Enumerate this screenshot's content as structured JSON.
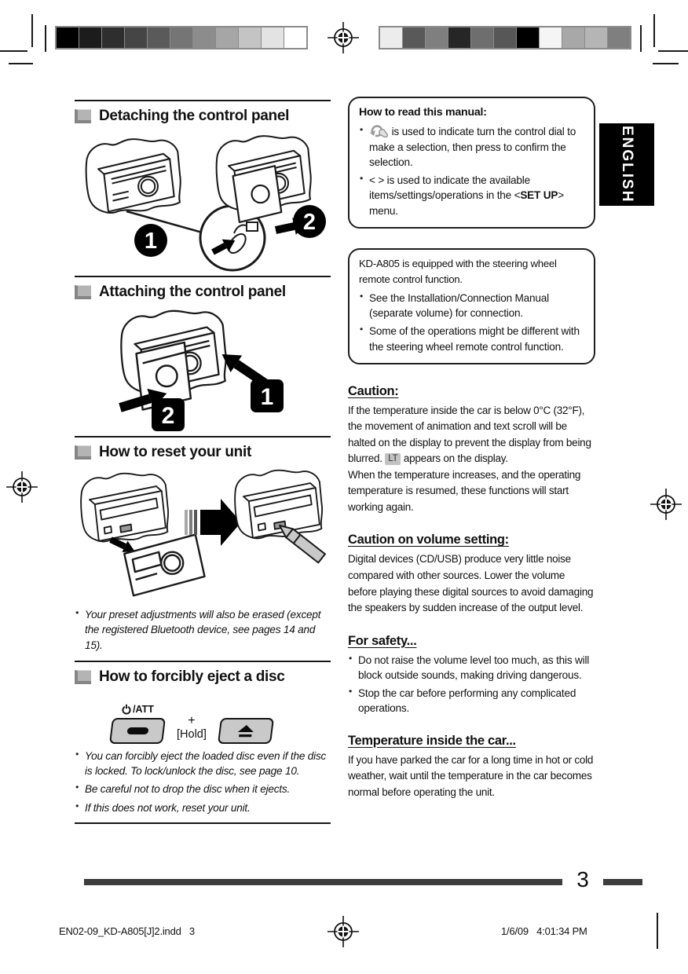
{
  "page": {
    "number": "3",
    "language_tab": "ENGLISH",
    "footer": {
      "left": "EN02-09_KD-A805[J]2.indd   3",
      "right": "1/6/09   4:01:34 PM"
    }
  },
  "icons": {
    "control_dial": "control-dial-icon",
    "power_att": "power-icon",
    "eject": "eject-icon",
    "registration_mark": "registration-crosshair-icon",
    "section_marker": "section-square-icon"
  },
  "calibration": {
    "left_strip": [
      "#000000",
      "#1c1c1c",
      "#2e2e2e",
      "#454545",
      "#5a5a5a",
      "#757575",
      "#8c8c8c",
      "#a6a6a6",
      "#c4c4c4",
      "#e3e3e3",
      "#ffffff"
    ],
    "right_strip": [
      "#ececec",
      "#595959",
      "#7f7f7f",
      "#262626",
      "#6e6e6e",
      "#575757",
      "#000000",
      "#f5f5f5",
      "#a8a8a8",
      "#b5b5b5",
      "#7f7f7f"
    ]
  },
  "sections": {
    "detach": {
      "title": "Detaching the control panel",
      "step1": "1",
      "step2": "2"
    },
    "attach": {
      "title": "Attaching the control panel",
      "step1": "1",
      "step2": "2"
    },
    "reset": {
      "title": "How to reset your unit",
      "note": "Your preset adjustments will also be erased (except the registered Bluetooth device, see pages 14 and 15)."
    },
    "eject": {
      "title": "How to forcibly eject a disc",
      "att_label": "/ATT",
      "plus": "+",
      "hold": "[Hold]",
      "notes": [
        "You can forcibly eject the loaded disc even if the disc is locked. To lock/unlock the disc, see page 10.",
        "Be careful not to drop the disc when it ejects.",
        "If this does not work, reset your unit."
      ]
    }
  },
  "read_manual": {
    "title": "How to read this manual:",
    "bullet1_after_icon": "is used to indicate turn the control dial to make a selection, then press to confirm the selection.",
    "bullet2_pre": "< > is used to indicate the available items/settings/operations in the <",
    "bullet2_bold": "SET UP",
    "bullet2_post": "> menu."
  },
  "steering_box": {
    "intro": "KD-A805 is equipped with the steering wheel remote control function.",
    "bullets": [
      "See the Installation/Connection Manual (separate volume) for connection.",
      "Some of the operations might be different with the steering wheel remote control function."
    ]
  },
  "caution": {
    "title": "Caution:",
    "body1": "If the temperature inside the car is below 0°C (32°F), the movement of animation and text scroll will be halted on the display to prevent the display from being blurred.",
    "indicator": "LT",
    "body2": "appears on the display.",
    "body3": "When the temperature increases, and the operating temperature is resumed, these functions will start working again."
  },
  "caution_volume": {
    "title": "Caution on volume setting:",
    "body": "Digital devices (CD/USB) produce very little noise compared with other sources. Lower the volume before playing these digital sources to avoid damaging the speakers by sudden increase of the output level."
  },
  "safety": {
    "title": "For safety...",
    "bullets": [
      "Do not raise the volume level too much, as this will block outside sounds, making driving dangerous.",
      "Stop the car before performing any complicated operations."
    ]
  },
  "temperature": {
    "title": "Temperature inside the car...",
    "body": "If you have parked the car for a long time in hot or cold weather, wait until the temperature in the car becomes normal before operating the unit."
  }
}
